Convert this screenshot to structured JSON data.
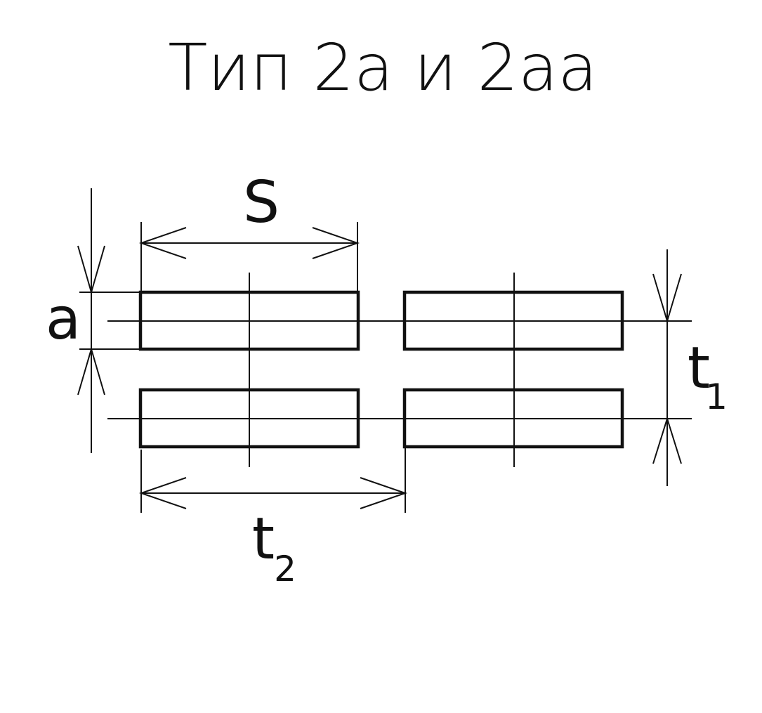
{
  "title": "Тип 2а и 2аа",
  "labels": {
    "s": "S",
    "a": "a",
    "t1_main": "t",
    "t1_sub": "1",
    "t2_main": "t",
    "t2_sub": "2"
  },
  "colors": {
    "line": "#111111",
    "background": "#ffffff"
  }
}
